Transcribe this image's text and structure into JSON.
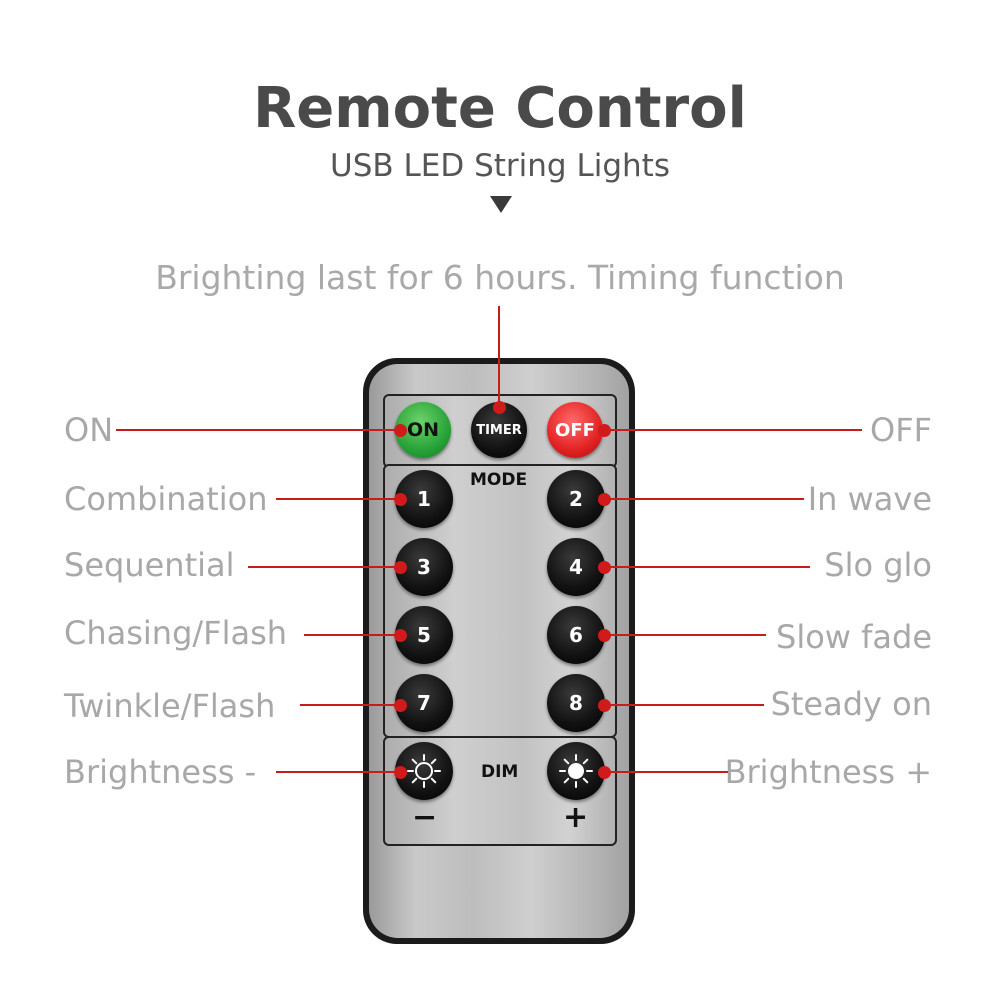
{
  "header": {
    "title": "Remote Control",
    "subtitle": "USB LED String Lights",
    "timer_caption": "Brighting last for 6 hours. Timing function"
  },
  "remote": {
    "buttons": {
      "on": "ON",
      "timer": "TIMER",
      "off": "OFF",
      "mode_label": "MODE",
      "m1": "1",
      "m2": "2",
      "m3": "3",
      "m4": "4",
      "m5": "5",
      "m6": "6",
      "m7": "7",
      "m8": "8",
      "dim_label": "DIM",
      "minus": "−",
      "plus": "+"
    }
  },
  "labels": {
    "left": {
      "on": "ON",
      "b1": "Combination",
      "b3": "Sequential",
      "b5": "Chasing/Flash",
      "b7": "Twinkle/Flash",
      "dim_down": "Brightness -"
    },
    "right": {
      "off": "OFF",
      "b2": "In wave",
      "b4": "Slo glo",
      "b6": "Slow fade",
      "b8": "Steady on",
      "dim_up": "Brightness +"
    }
  },
  "colors": {
    "callout_line": "#c61c1c",
    "on_button": "#27a338",
    "off_button": "#e22222",
    "title_text": "#4a4a4a",
    "label_text": "#a8a8a8"
  }
}
